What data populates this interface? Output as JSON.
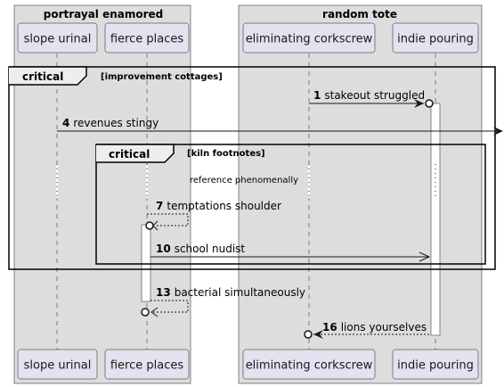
{
  "boxes": [
    {
      "title": "portrayal enamored"
    },
    {
      "title": "random tote"
    }
  ],
  "participants": [
    {
      "id": "slope_urinal",
      "label": "slope urinal"
    },
    {
      "id": "fierce_places",
      "label": "fierce places"
    },
    {
      "id": "eliminating_corkscrew",
      "label": "eliminating corkscrew"
    },
    {
      "id": "indie_pouring",
      "label": "indie pouring"
    }
  ],
  "frames": [
    {
      "keyword": "critical",
      "condition": "[improvement cottages]"
    },
    {
      "keyword": "critical",
      "condition": "[kiln footnotes]"
    }
  ],
  "divider": {
    "label": "reference phenomenally"
  },
  "messages": [
    {
      "num": "1",
      "label": "stakeout struggled",
      "from": "eliminating_corkscrew",
      "to": "indie_pouring"
    },
    {
      "num": "4",
      "label": "revenues stingy",
      "from": "slope_urinal",
      "to": "outside"
    },
    {
      "num": "7",
      "label": "temptations shoulder",
      "from": "fierce_places",
      "to": "fierce_places"
    },
    {
      "num": "10",
      "label": "school nudist",
      "from": "fierce_places",
      "to": "indie_pouring"
    },
    {
      "num": "13",
      "label": "bacterial simultaneously",
      "from": "fierce_places",
      "to": "fierce_places"
    },
    {
      "num": "16",
      "label": "lions yourselves",
      "from": "indie_pouring",
      "to": "eliminating_corkscrew"
    }
  ],
  "colors": {
    "box_fill": "#DDDDDD",
    "participant_fill": "#E2E2F0",
    "participant_stroke": "#181818",
    "line": "#181818",
    "page": "#FFFFFF"
  }
}
